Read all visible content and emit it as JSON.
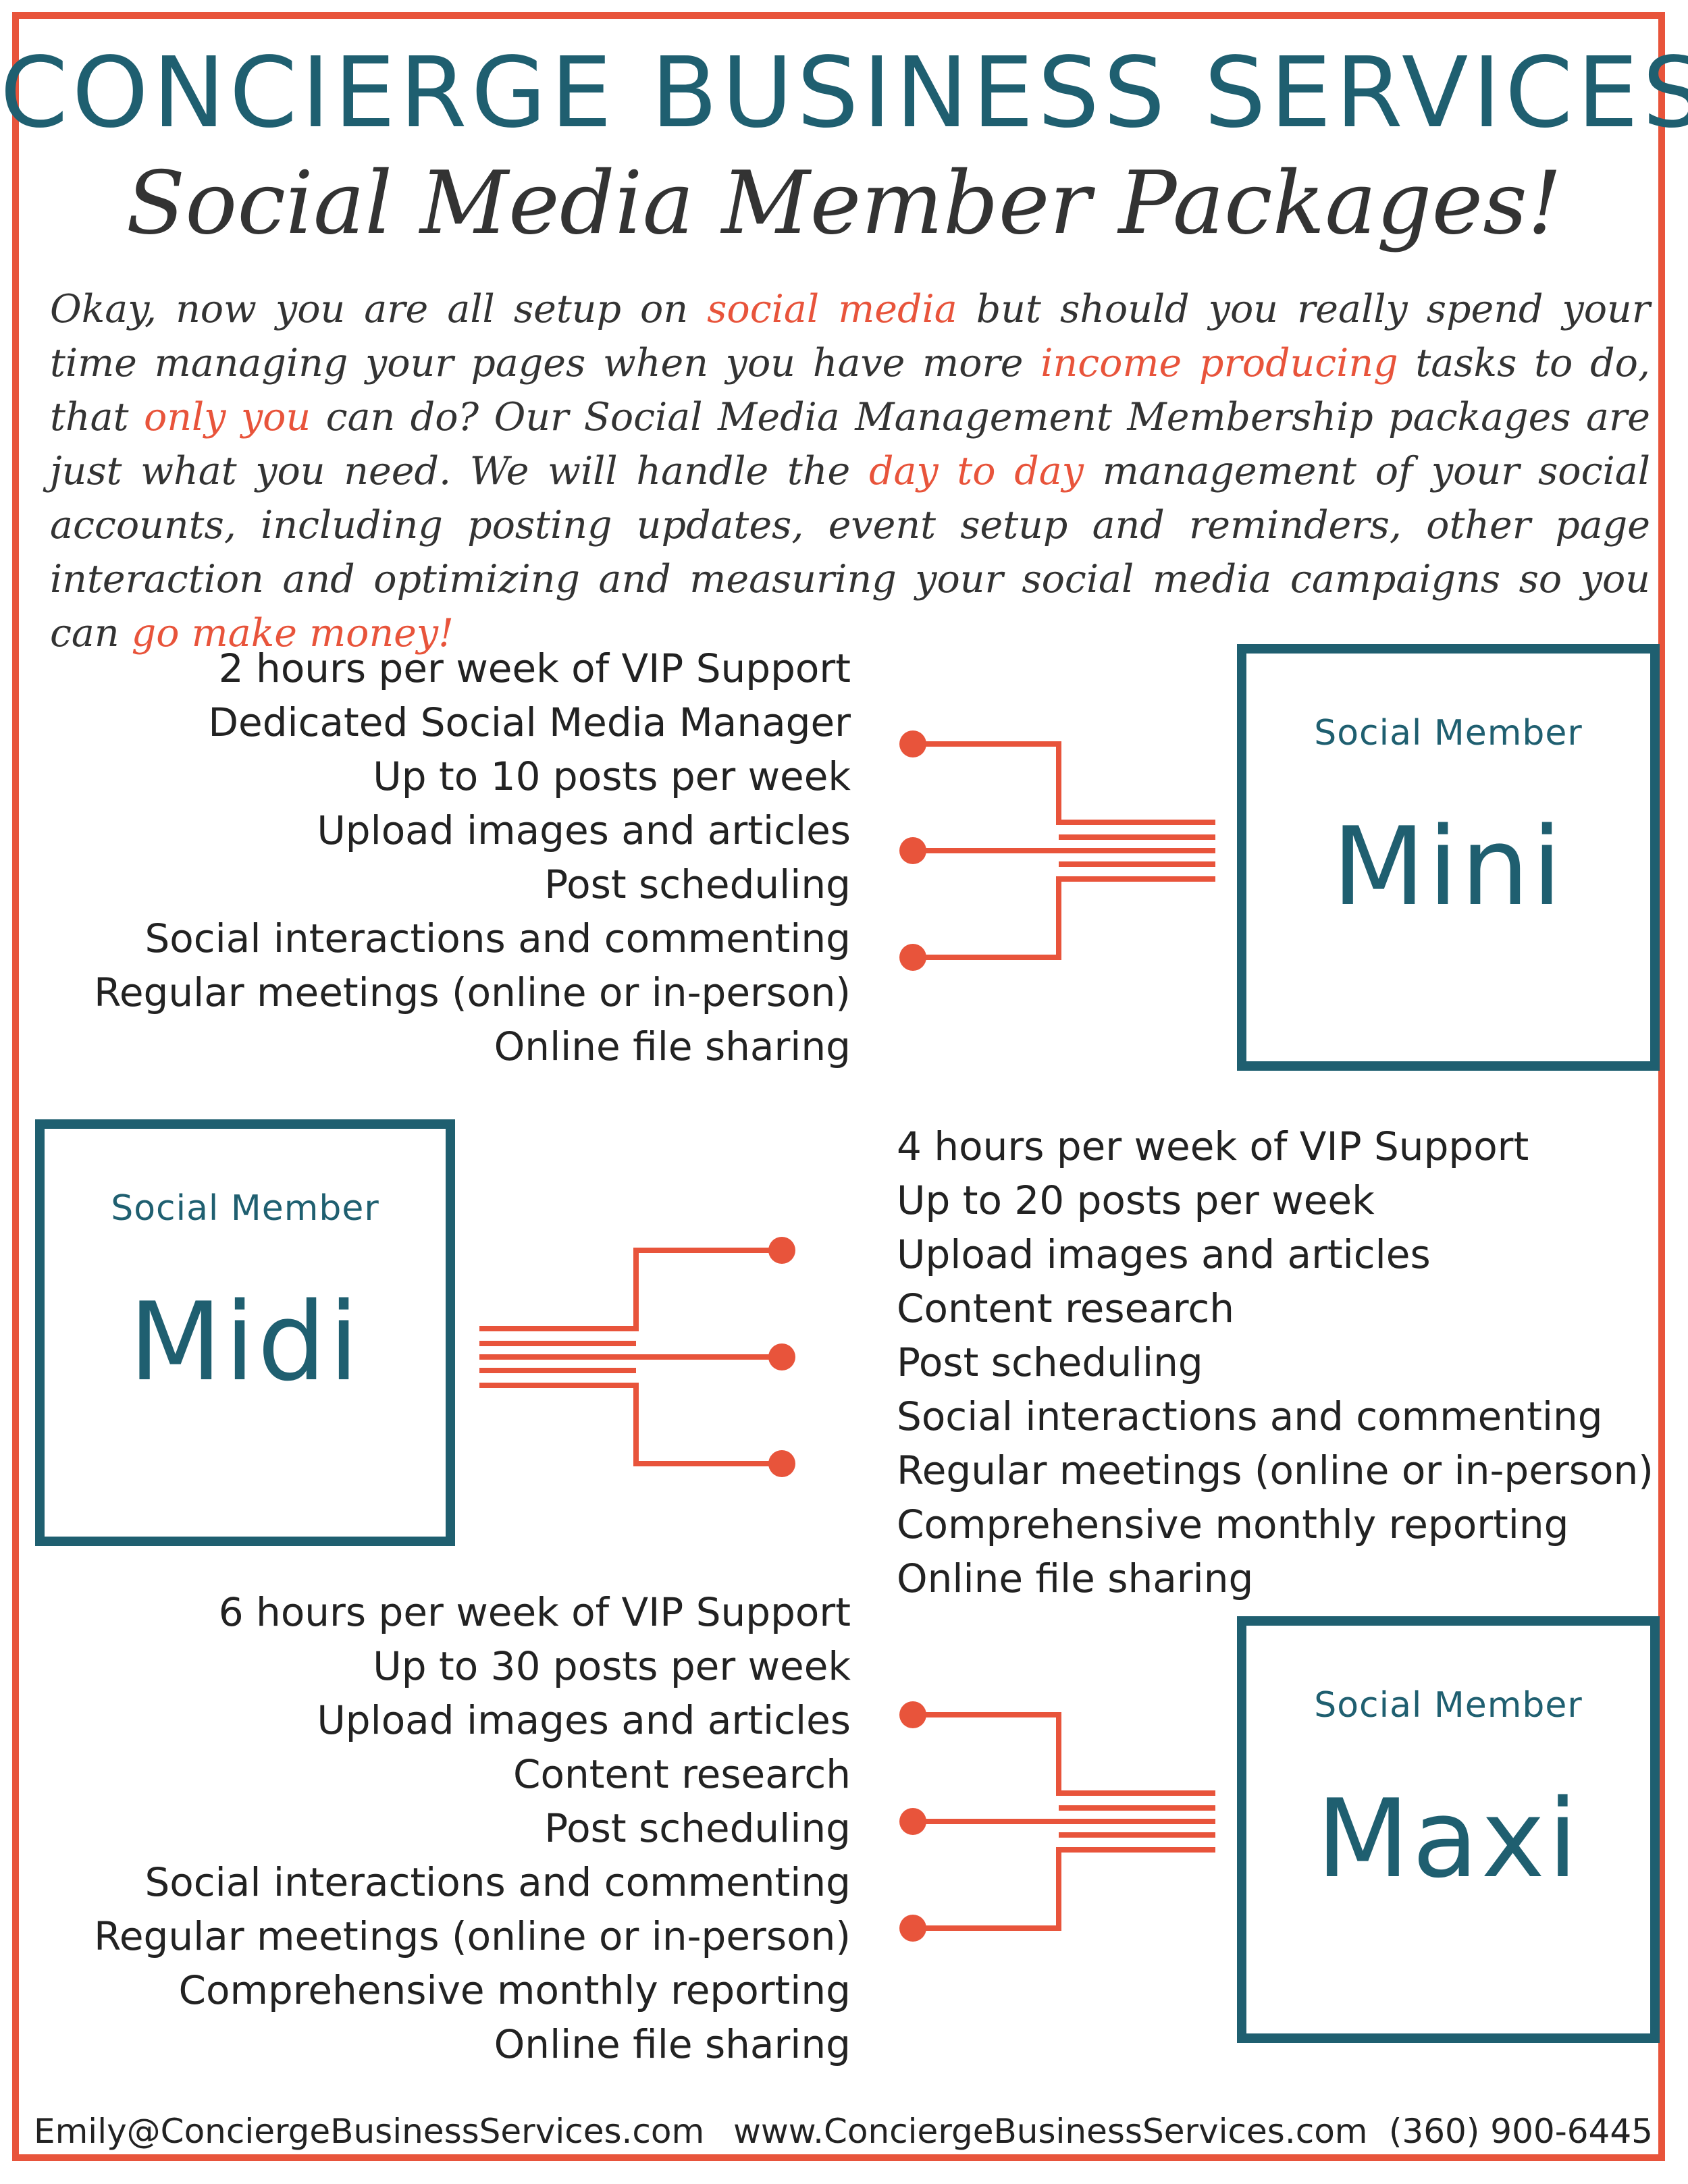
{
  "header": {
    "title": "CONCIERGE BUSINESS SERVICES",
    "subtitle": "Social Media Member Packages!"
  },
  "intro": {
    "segments": [
      {
        "text": "Okay, now you are all setup on ",
        "highlight": false
      },
      {
        "text": "social media",
        "highlight": true
      },
      {
        "text": " but should you really spend your time managing your pages when you have more ",
        "highlight": false
      },
      {
        "text": "income producing",
        "highlight": true
      },
      {
        "text": " tasks to do, that ",
        "highlight": false
      },
      {
        "text": "only you",
        "highlight": true
      },
      {
        "text": " can do? Our Social Media Management Membership packages are just what you need. We will handle the ",
        "highlight": false
      },
      {
        "text": "day to day",
        "highlight": true
      },
      {
        "text": " management of your social accounts, including posting updates, event setup and reminders, other page interaction and optimizing and measuring your social media campaigns so you can ",
        "highlight": false
      },
      {
        "text": "go make money!",
        "highlight": true
      }
    ]
  },
  "packages": {
    "mini": {
      "kicker": "Social Member",
      "name": "Mini",
      "features": [
        "2 hours per week of VIP Support",
        "Dedicated Social Media Manager",
        "Up to 10 posts per week",
        "Upload images and articles",
        "Post scheduling",
        "Social interactions and commenting",
        "Regular meetings (online or in-person)",
        "Online file sharing"
      ]
    },
    "midi": {
      "kicker": "Social Member",
      "name": "Midi",
      "features": [
        "4 hours per week of VIP Support",
        "Up to 20 posts per week",
        "Upload images and articles",
        "Content research",
        "Post scheduling",
        "Social interactions and commenting",
        "Regular meetings (online or in-person)",
        "Comprehensive monthly reporting",
        "Online file sharing"
      ]
    },
    "maxi": {
      "kicker": "Social Member",
      "name": "Maxi",
      "features": [
        "6 hours per week of VIP Support",
        "Up to 30 posts per week",
        "Upload images and articles",
        "Content research",
        "Post scheduling",
        "Social interactions and commenting",
        "Regular meetings (online or in-person)",
        "Comprehensive monthly reporting",
        "Online file sharing"
      ]
    }
  },
  "footer": {
    "email": "Emily@ConciergeBusinessServices.com",
    "website": "www.ConciergeBusinessServices.com",
    "phone": "(360) 900-6445"
  },
  "colors": {
    "accent": "#e8543b",
    "brand": "#1f5f70"
  }
}
